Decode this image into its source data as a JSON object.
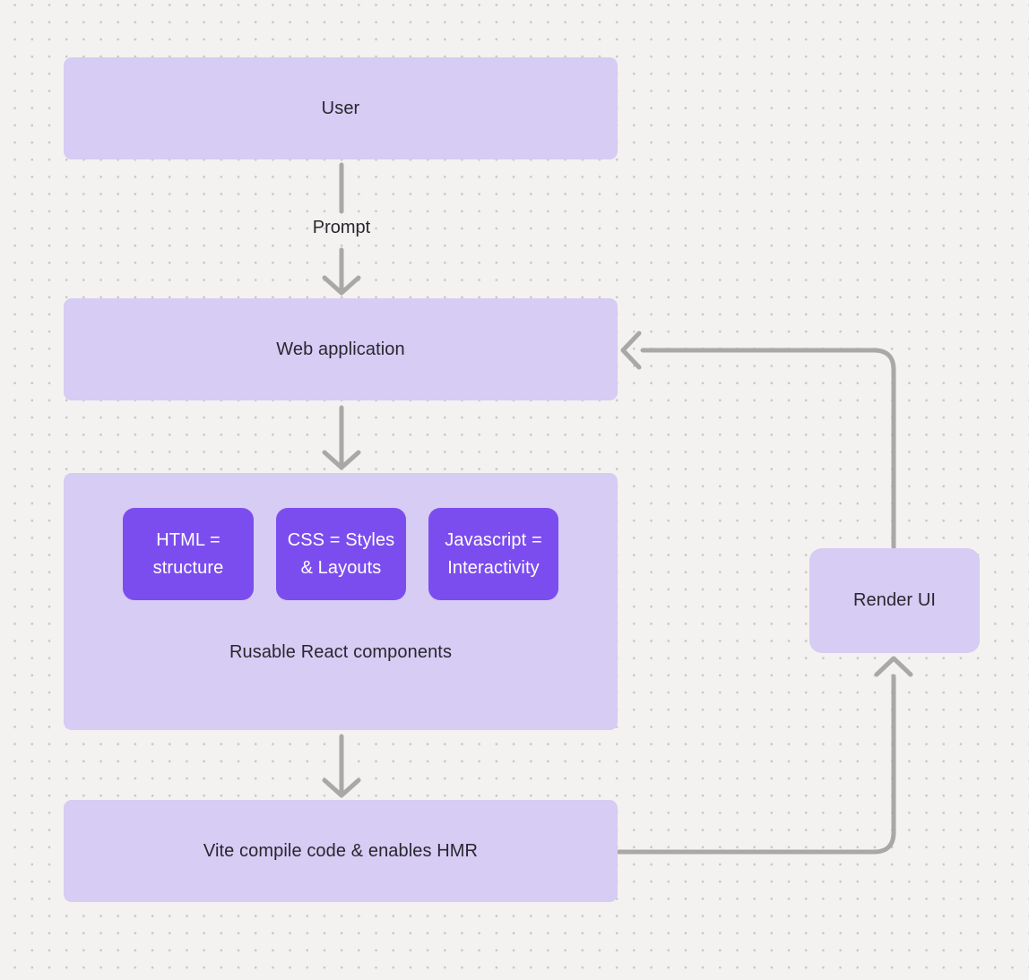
{
  "colors": {
    "background": "#f3f2f0",
    "dot": "#c9c7c5",
    "node_fill": "#d6ccf4",
    "accent_fill": "#7c4dee",
    "accent_text": "#ffffff",
    "arrow": "#a9a8a6",
    "text": "#28272e"
  },
  "nodes": {
    "user": {
      "label": "User"
    },
    "web_application": {
      "label": "Web application"
    },
    "components_group": {
      "caption": "Rusable React components",
      "children": [
        {
          "name": "html",
          "lines": [
            "HTML =",
            "structure"
          ]
        },
        {
          "name": "css",
          "lines": [
            "CSS = Styles",
            "& Layouts"
          ]
        },
        {
          "name": "javascript",
          "lines": [
            "Javascript =",
            "Interactivity"
          ]
        }
      ]
    },
    "vite": {
      "label": "Vite compile code & enables HMR"
    },
    "render_ui": {
      "label": "Render UI"
    }
  },
  "edges": [
    {
      "name": "user-to-web-application",
      "label": "Prompt"
    },
    {
      "name": "web-application-to-components",
      "label": ""
    },
    {
      "name": "components-to-vite",
      "label": ""
    },
    {
      "name": "vite-to-render-ui",
      "label": ""
    },
    {
      "name": "render-ui-to-web-application",
      "label": ""
    }
  ]
}
